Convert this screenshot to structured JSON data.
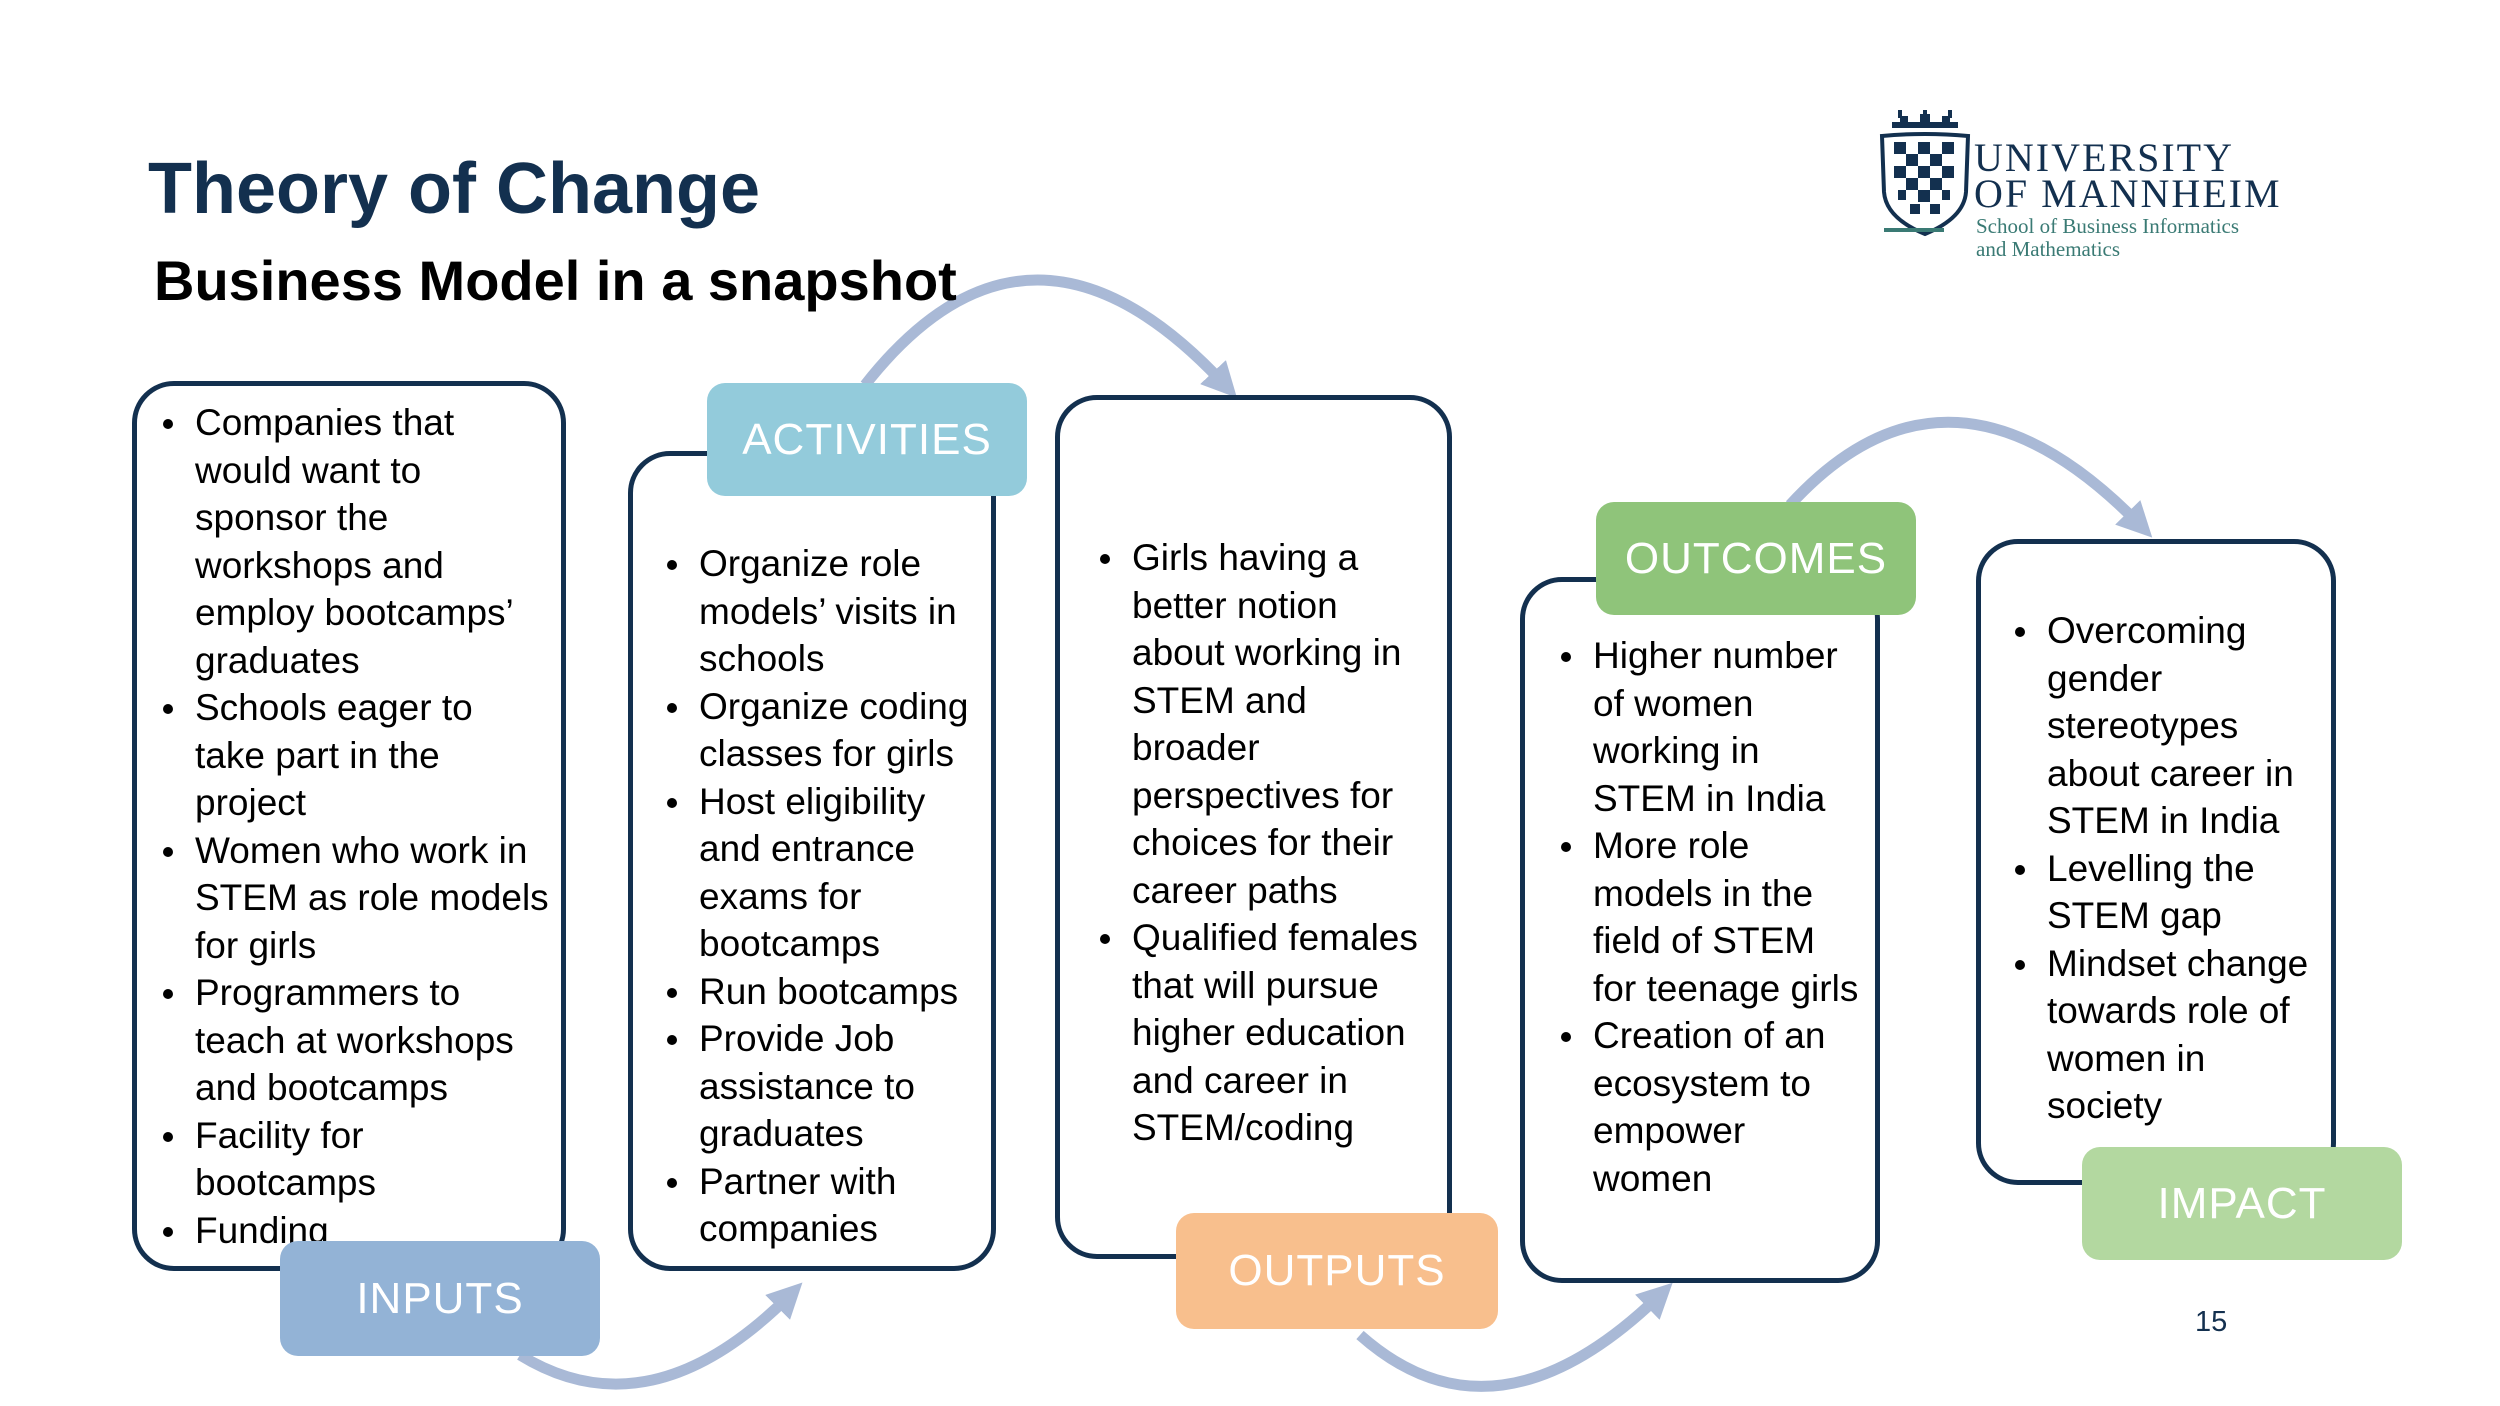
{
  "slide": {
    "title": "Theory of Change",
    "subtitle": "Business Model in a snapshot",
    "page_number": "15"
  },
  "logo": {
    "line1": "UNIVERSITY",
    "line2": "OF MANNHEIM",
    "sub1": "School of Business Informatics",
    "sub2": "and Mathematics"
  },
  "colors": {
    "title": "#13304f",
    "box_border": "#13304f",
    "arrow": "#a9b9d6",
    "inputs": "#93b3d6",
    "activities": "#93cbdb",
    "outputs": "#f8bf8d",
    "outcomes": "#8fc47a",
    "impact": "#b3d8a0"
  },
  "stages": {
    "inputs": {
      "label": "INPUTS",
      "items": [
        "Companies that would want to sponsor the workshops and employ bootcamps’ graduates",
        "Schools eager to take part in the project",
        "Women who work in STEM as role models for girls",
        "Programmers to teach at workshops and bootcamps",
        "Facility for bootcamps",
        "Funding"
      ]
    },
    "activities": {
      "label": "ACTIVITIES",
      "items": [
        "Organize role models’ visits in schools",
        "Organize coding classes for girls",
        "Host eligibility and entrance exams for bootcamps",
        "Run bootcamps",
        "Provide Job assistance to graduates",
        "Partner with companies"
      ]
    },
    "outputs": {
      "label": "OUTPUTS",
      "items": [
        "Girls having a better notion about working in STEM and broader perspectives for choices for their career paths",
        "Qualified females that will pursue higher education and career in STEM/coding"
      ]
    },
    "outcomes": {
      "label": "OUTCOMES",
      "items": [
        "Higher number of women working in STEM in India",
        "More role models in the field of STEM for teenage girls",
        "Creation of an ecosystem to empower women"
      ]
    },
    "impact": {
      "label": "IMPACT",
      "items": [
        "Overcoming gender stereotypes about career in STEM in India",
        "Levelling the STEM gap",
        "Mindset change towards role of women in society"
      ]
    }
  }
}
